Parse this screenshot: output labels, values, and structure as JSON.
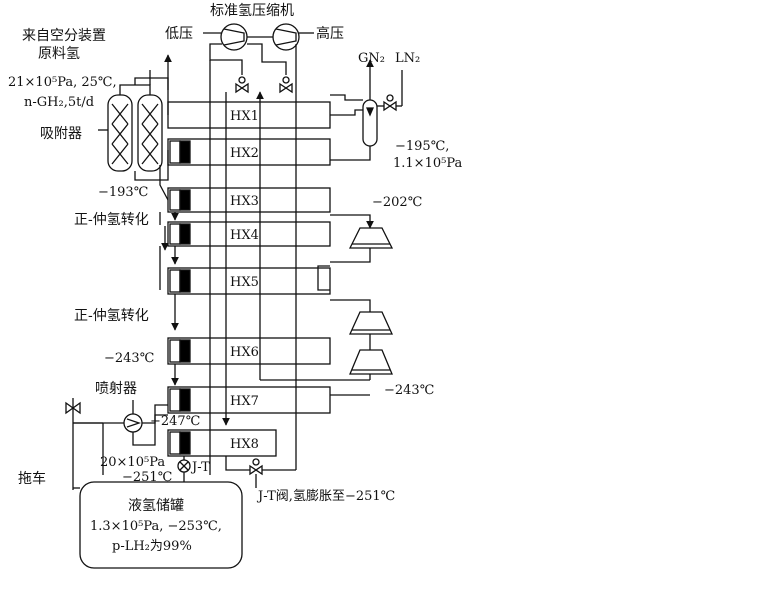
{
  "title": "标准氢压缩机",
  "compressor": {
    "low": "低压",
    "high": "高压"
  },
  "source": {
    "line1": "来自空分装置",
    "line2": "原料氢"
  },
  "feed": {
    "line1": "21×10⁵Pa, 25℃,",
    "line2": "n-GH₂,5t/d"
  },
  "adsorber": "吸附器",
  "nitrogen": {
    "gn2": "GN₂",
    "ln2": "LN₂",
    "temp": "−195℃,",
    "pressure": "1.1×10⁵Pa"
  },
  "exchangers": [
    "HX1",
    "HX2",
    "HX3",
    "HX4",
    "HX5",
    "HX6",
    "HX7",
    "HX8"
  ],
  "temps": {
    "t193": "−193℃",
    "t202": "−202℃",
    "t243a": "−243℃",
    "t243b": "−243℃",
    "t247": "−247℃",
    "t251": "−251℃"
  },
  "conversion1": "正-仲氢转化",
  "conversion2": "正-仲氢转化",
  "ejector": "喷射器",
  "trailer": "拖车",
  "pressure20": "20×10⁵Pa",
  "jt": "J-T",
  "jt_valve": "J-T阀,氢膨胀至−251℃",
  "tank": {
    "name": "液氢储罐",
    "line1": "1.3×10⁵Pa, −253℃,",
    "line2": "p-LH₂为99%"
  },
  "colors": {
    "line": "#111111",
    "catalyst": "#000000",
    "background": "#ffffff"
  }
}
